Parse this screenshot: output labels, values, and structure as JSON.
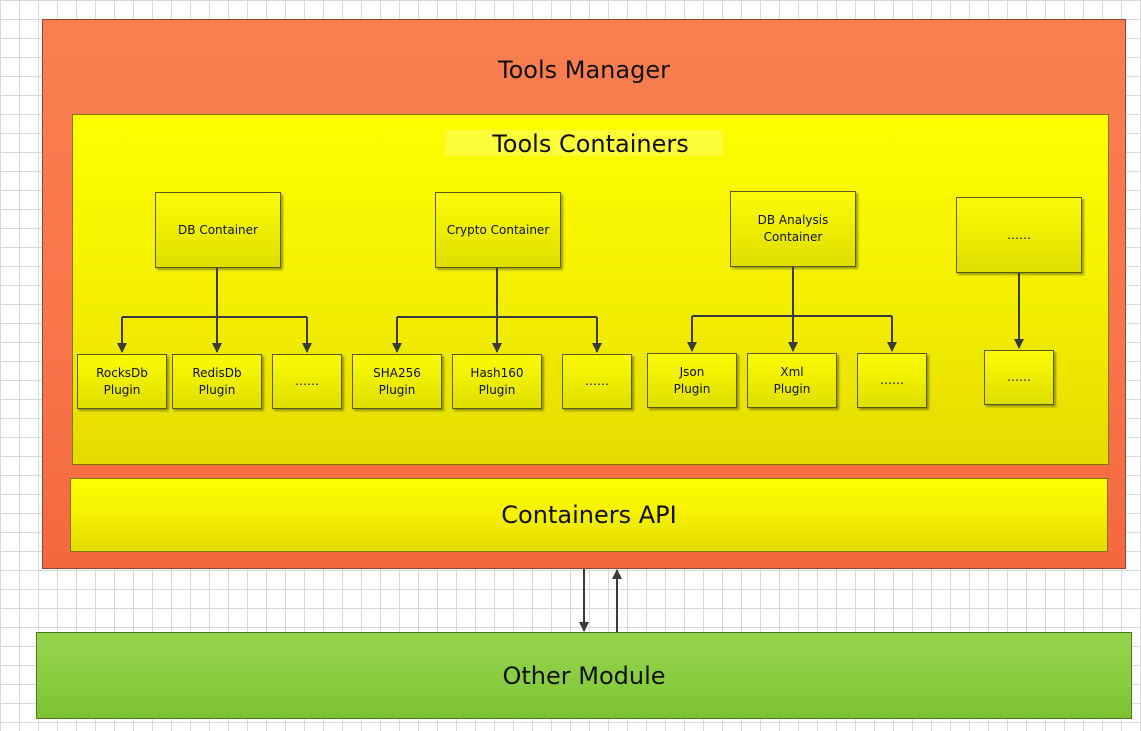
{
  "tools_manager": {
    "title": "Tools Manager"
  },
  "tools_containers": {
    "title": "Tools Containers",
    "containers": [
      {
        "label": "DB Container",
        "plugins": [
          "RocksDb\nPlugin",
          "RedisDb\nPlugin",
          "……"
        ]
      },
      {
        "label": "Crypto Container",
        "plugins": [
          "SHA256\nPlugin",
          "Hash160\nPlugin",
          "……"
        ]
      },
      {
        "label": "DB Analysis\nContainer",
        "plugins": [
          "Json\nPlugin",
          "Xml\nPlugin",
          "……"
        ]
      },
      {
        "label": "……",
        "plugins": [
          "……"
        ]
      }
    ]
  },
  "containers_api": {
    "label": "Containers  API"
  },
  "other_module": {
    "label": "Other Module"
  }
}
